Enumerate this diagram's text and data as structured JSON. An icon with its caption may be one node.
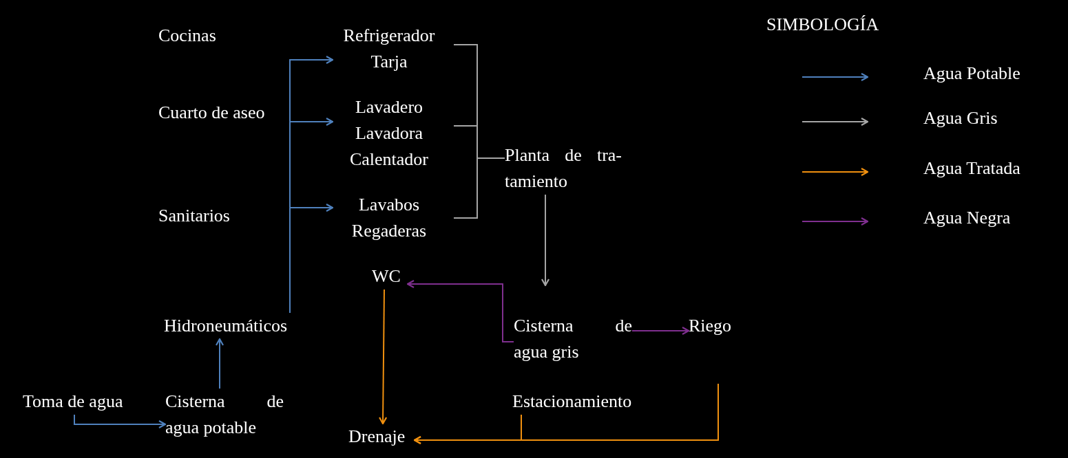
{
  "diagram": {
    "nodes": [
      {
        "text": [
          "Cocinas"
        ]
      },
      {
        "text": [
          "Refrigerador Tarja"
        ]
      },
      {
        "text": [
          "Cuarto de aseo"
        ]
      },
      {
        "text": [
          "Lavadero Lavadora Calentador"
        ]
      },
      {
        "text": [
          "Planta de tra- tamiento"
        ]
      },
      {
        "text": [
          "Sanitarios"
        ]
      },
      {
        "text": [
          "Lavabos Regaderas"
        ]
      },
      {
        "text": [
          "WC"
        ]
      },
      {
        "text": [
          "Hidroneumáticos"
        ]
      },
      {
        "text": [
          "Cisterna de agua gris"
        ]
      },
      {
        "text": [
          "Riego"
        ]
      },
      {
        "text": [
          "Toma de agua"
        ]
      },
      {
        "text": [
          "Cisterna de agua potable"
        ]
      },
      {
        "text": [
          "Estacionamiento"
        ]
      },
      {
        "text": [
          "Drenaje"
        ]
      }
    ],
    "edges": [
      {
        "from": 8,
        "to": 1,
        "arrow": "to"
      },
      {
        "from": 8,
        "to": 3,
        "arrow": "to"
      },
      {
        "from": 8,
        "to": 6,
        "arrow": "to"
      },
      {
        "from": 12,
        "to": 8,
        "arrow": "to"
      },
      {
        "from": 11,
        "to": 12,
        "arrow": "to"
      },
      {
        "from": 1,
        "to": 4,
        "arrow": "none",
        "color": "#a6a6a6"
      },
      {
        "from": 3,
        "to": 4,
        "arrow": "none",
        "color": "#a6a6a6"
      },
      {
        "from": 6,
        "to": 4,
        "arrow": "none",
        "color": "#a6a6a6"
      },
      {
        "from": 4,
        "to": 9,
        "arrow": "to",
        "color": "#a6a6a6"
      },
      {
        "from": 9,
        "to": 7,
        "arrow": "to",
        "color": "#7f2f8f"
      },
      {
        "from": 9,
        "to": 10,
        "arrow": "to",
        "color": "#7f2f8f"
      },
      {
        "from": 7,
        "to": 14,
        "arrow": "to",
        "color": "#f0900f"
      },
      {
        "from": 10,
        "to": 14,
        "arrow": "to",
        "color": "#f0900f"
      },
      {
        "from": 13,
        "to": 14,
        "arrow": "to",
        "color": "#f0900f"
      }
    ],
    "labels": [
      "SIMBOLOGÍA"
    ],
    "legend": [
      {
        "text": "Agua Potable"
      },
      {
        "text": "Agua Gris"
      },
      {
        "text": "Agua Tratada"
      },
      {
        "text": "Agua Negra"
      }
    ]
  }
}
